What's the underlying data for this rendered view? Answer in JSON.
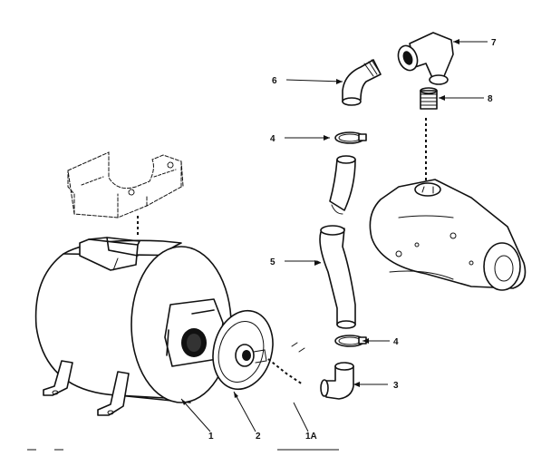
{
  "callouts": {
    "c1": "1",
    "c2": "2",
    "c1a": "1A",
    "c3": "3",
    "c4_top": "4",
    "c4_bottom": "4",
    "c5": "5",
    "c6": "6",
    "c7": "7",
    "c8": "8"
  }
}
